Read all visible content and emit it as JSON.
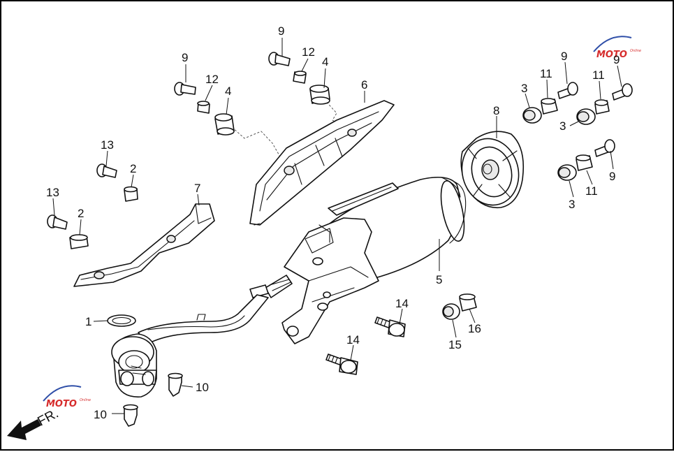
{
  "diagram": {
    "direction_label": "FR.",
    "watermark": {
      "brand": "MOTO",
      "tagline": "Online",
      "colors": {
        "primary": "#d62c2c",
        "secondary": "#2f4fa8"
      }
    },
    "callouts": [
      {
        "id": "1",
        "part": "exhaust-gasket"
      },
      {
        "id": "2",
        "part": "collar"
      },
      {
        "id": "3",
        "part": "damper-rubber"
      },
      {
        "id": "4",
        "part": "damper-rubber"
      },
      {
        "id": "5",
        "part": "muffler"
      },
      {
        "id": "6",
        "part": "muffler-protector"
      },
      {
        "id": "7",
        "part": "exhaust-pipe-cover"
      },
      {
        "id": "8",
        "part": "muffler-end-cap"
      },
      {
        "id": "9",
        "part": "bolt"
      },
      {
        "id": "10",
        "part": "clip"
      },
      {
        "id": "11",
        "part": "collar"
      },
      {
        "id": "12",
        "part": "collar"
      },
      {
        "id": "13",
        "part": "bolt"
      },
      {
        "id": "14",
        "part": "flange-bolt"
      },
      {
        "id": "15",
        "part": "damper-rubber"
      },
      {
        "id": "16",
        "part": "collar"
      }
    ]
  }
}
